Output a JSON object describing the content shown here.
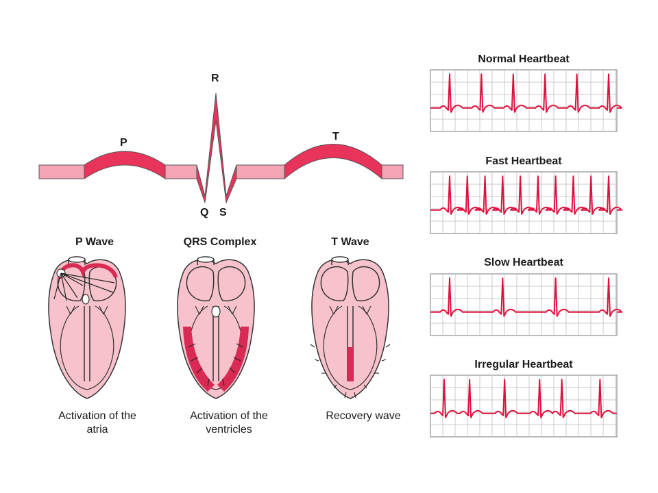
{
  "colors": {
    "band": "#e8335a",
    "band_light": "#f4a4b4",
    "heart_fill": "#f7c2cc",
    "heart_dark": "#d82a52",
    "ink": "#222222",
    "grid": "#c9c9c9",
    "trace": "#e0103e"
  },
  "waveform": {
    "labels": {
      "p": "P",
      "q": "Q",
      "r": "R",
      "s": "S",
      "t": "T"
    }
  },
  "phases": [
    {
      "title": "P Wave",
      "caption": "Activation of the\natria"
    },
    {
      "title": "QRS Complex",
      "caption": "Activation of the\nventricles"
    },
    {
      "title": "T Wave",
      "caption": "Recovery wave"
    }
  ],
  "strips": [
    {
      "title": "Normal Heartbeat",
      "beats": 6
    },
    {
      "title": "Fast Heartbeat",
      "beats": 10
    },
    {
      "title": "Slow Heartbeat",
      "beats": 4
    },
    {
      "title": "Irregular Heartbeat",
      "beats": 6
    }
  ]
}
